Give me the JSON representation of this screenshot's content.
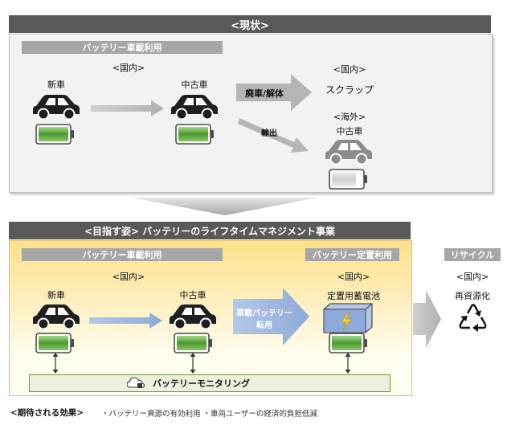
{
  "current": {
    "header": "<現状>",
    "section_label": "バッテリー車載利用",
    "domestic_label": "<国内>",
    "new_car": "新車",
    "used_car": "中古車",
    "scrap_arrow": "廃車/解体",
    "scrap_region": "<国内>",
    "scrap": "スクラップ",
    "export_arrow": "輸出",
    "overseas_region": "<海外>",
    "overseas_used_car": "中古車"
  },
  "target": {
    "header": "<目指す姿> バッテリーのライフタイムマネジメント事業",
    "onboard_label": "バッテリー車載利用",
    "stationary_label": "バッテリー定置利用",
    "onboard_region": "<国内>",
    "stationary_region": "<国内>",
    "new_car": "新車",
    "used_car": "中古車",
    "reuse_arrow_line1": "車載バッテリー",
    "reuse_arrow_line2": "転用",
    "storage": "定置用蓄電池",
    "monitoring": "バッテリーモニタリング"
  },
  "recycle": {
    "label": "リサイクル",
    "region": "<国内>",
    "text": "再資源化"
  },
  "footer": {
    "label": "<期待される効果>",
    "text": "・バッテリー資源の有効利用 ・車両ユーザーの経済的負担低減"
  },
  "colors": {
    "dark_bar": "#595959",
    "mid_bar": "#a6a6a6",
    "panel_bg": "#f2f2f2",
    "gold_bg": "#fde9a6",
    "battery_green": "#4a9b2c",
    "arrow_blue": "#8eaadb",
    "monitor_green": "#ebf1de"
  },
  "icons": {
    "car": "car-icon",
    "battery_full": "battery-full-icon",
    "battery_low": "battery-low-icon",
    "storage": "storage-battery-icon",
    "cloud": "cloud-monitor-icon",
    "recycle": "recycle-icon"
  }
}
